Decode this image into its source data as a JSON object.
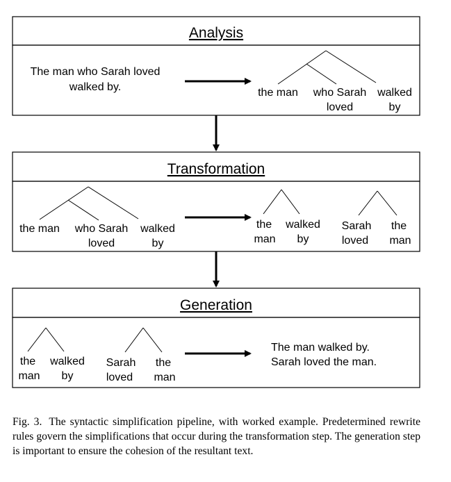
{
  "stages": [
    {
      "title": "Analysis"
    },
    {
      "title": "Transformation"
    },
    {
      "title": "Generation"
    }
  ],
  "analysis": {
    "input_line1": "The man who Sarah loved",
    "input_line2": "walked by.",
    "tree": [
      "the man",
      "who Sarah",
      "loved",
      "walked",
      "by"
    ]
  },
  "transformation": {
    "input_tree": [
      "the man",
      "who Sarah",
      "loved",
      "walked",
      "by"
    ],
    "tree1": [
      "the",
      "man",
      "walked",
      "by"
    ],
    "tree2": [
      "Sarah",
      "loved",
      "the",
      "man"
    ]
  },
  "generation": {
    "tree1": [
      "the",
      "man",
      "walked",
      "by"
    ],
    "tree2": [
      "Sarah",
      "loved",
      "the",
      "man"
    ],
    "output_line1": "The man walked by.",
    "output_line2": "Sarah loved the man."
  },
  "caption": {
    "label": "Fig. 3.",
    "text": "The syntactic simplification pipeline, with worked example. Predetermined rewrite rules govern the simplifications that occur during the transformation step. The generation step is important to ensure the cohesion of the resultant text."
  },
  "colors": {
    "line": "#000000",
    "background": "#ffffff"
  }
}
